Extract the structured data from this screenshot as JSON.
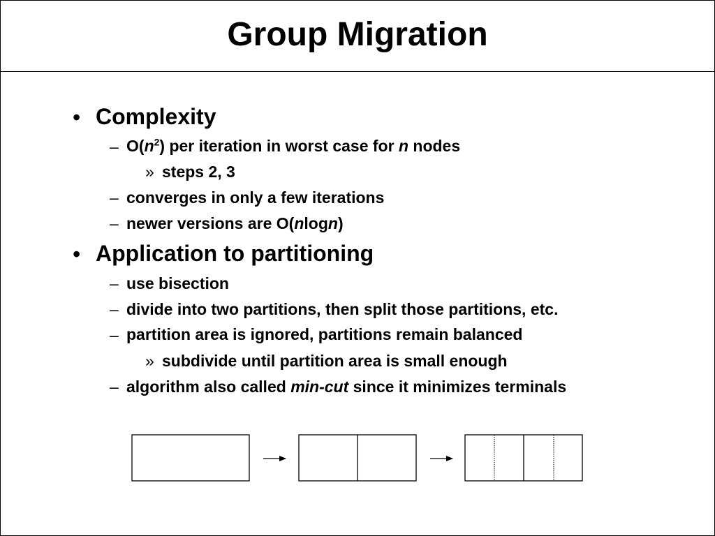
{
  "slide": {
    "title": "Group Migration",
    "bullet_marker": "•",
    "dash_marker": "–",
    "sub_marker": "»",
    "complexity": {
      "heading": "Complexity",
      "item1": {
        "prefix": "O(",
        "var_n": "n",
        "exp": "2",
        "mid": ") per iteration in worst case for ",
        "var_n2": "n",
        "suffix": " nodes"
      },
      "item1_sub": "steps 2, 3",
      "item2": "converges in only a few iterations",
      "item3": {
        "prefix": "newer versions are O(",
        "var_n": "n",
        "log": "log",
        "var_n2": "n",
        "suffix": ")"
      }
    },
    "application": {
      "heading": "Application to partitioning",
      "item1": "use bisection",
      "item2": "divide into two partitions, then split those partitions, etc.",
      "item3": "partition area is ignored, partitions remain balanced",
      "item3_sub": "subdivide until partition area is small enough",
      "item4": {
        "prefix": "algorithm also called ",
        "emph": "min-cut",
        "suffix": " since it minimizes terminals"
      }
    }
  }
}
